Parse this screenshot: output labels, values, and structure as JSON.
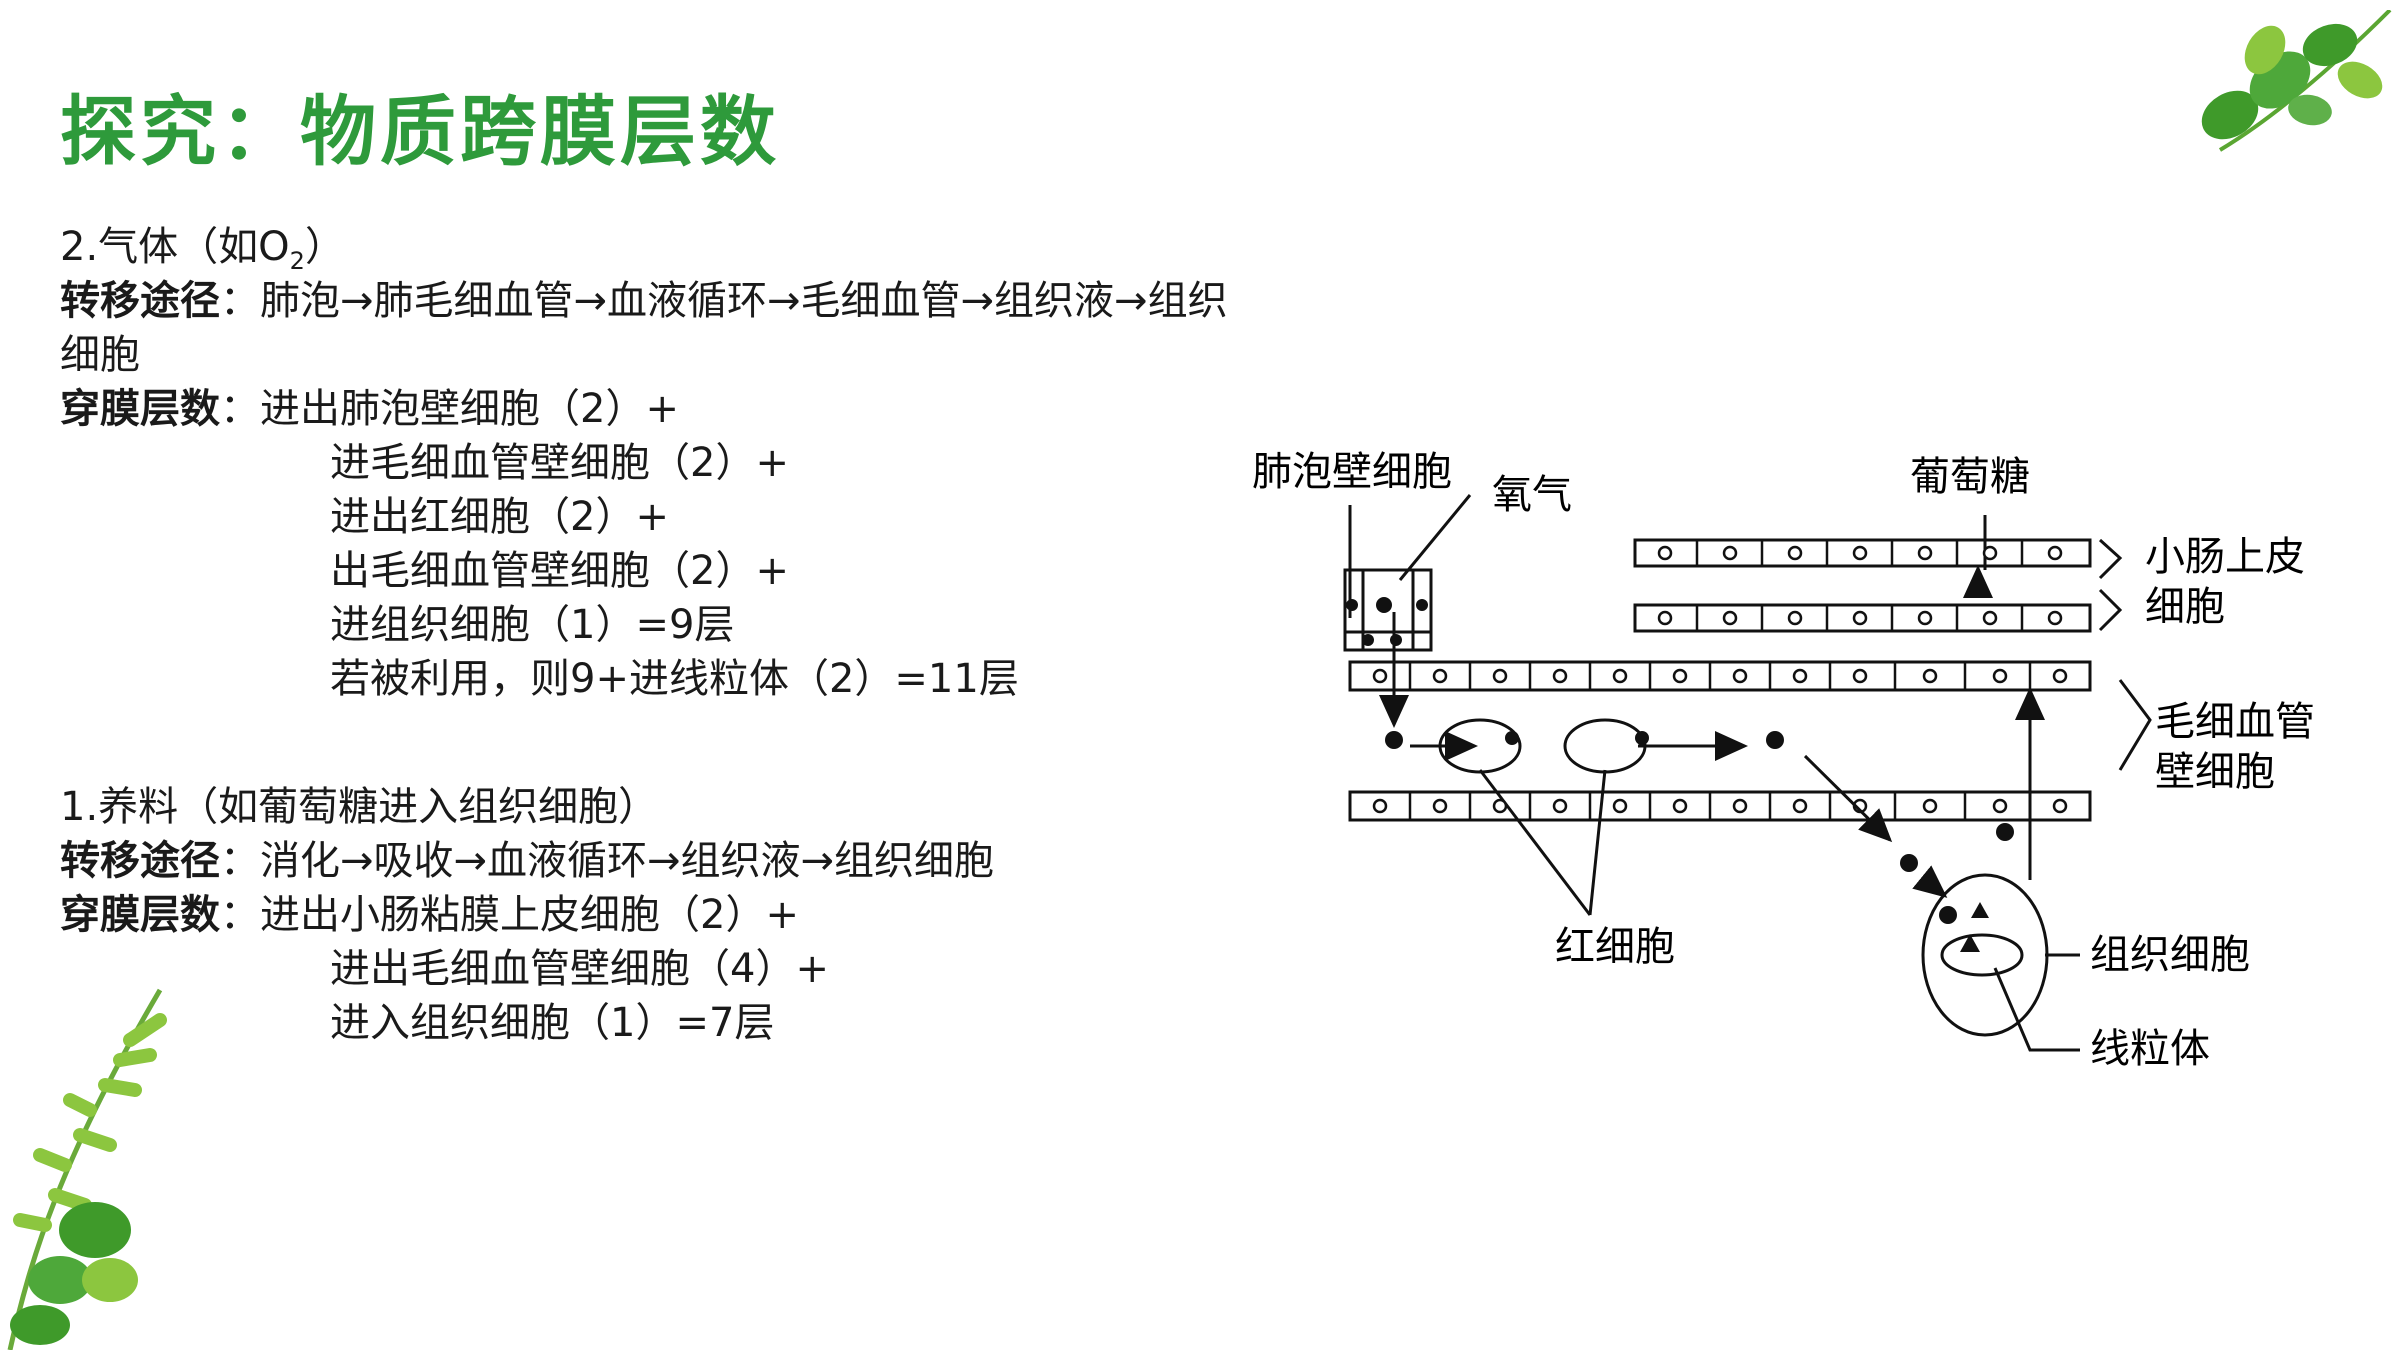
{
  "slide": {
    "title": "探究：物质跨膜层数"
  },
  "gas": {
    "heading_prefix": "2.气体（如O",
    "heading_sub": "2",
    "heading_suffix": "）",
    "path_label": "转移途径",
    "path_text": "：肺泡→肺毛细血管→血液循环→毛细血管→组织液→组织",
    "path_text_cont": "细胞",
    "layers_label": "穿膜层数",
    "steps": [
      "：进出肺泡壁细胞（2）+",
      "进毛细血管壁细胞（2）+",
      "进出红细胞（2）+",
      "出毛细血管壁细胞（2）+",
      "进组织细胞（1）=9层",
      "若被利用，则9+进线粒体（2）=11层"
    ]
  },
  "nutrient": {
    "heading": "1.养料（如葡萄糖进入组织细胞）",
    "path_label": "转移途径",
    "path_text": "：消化→吸收→血液循环→组织液→组织细胞",
    "layers_label": "穿膜层数",
    "steps": [
      "：进出小肠粘膜上皮细胞（2）+",
      "进出毛细血管壁细胞（4）+",
      "进入组织细胞（1）=7层"
    ]
  },
  "diagram": {
    "labels": {
      "alveolar": "肺泡壁细胞",
      "oxygen": "氧气",
      "glucose": "葡萄糖",
      "intestine_1": "小肠上皮",
      "intestine_2": "细胞",
      "capillary_1": "毛细血管",
      "capillary_2": "壁细胞",
      "rbc": "红细胞",
      "tissue": "组织细胞",
      "mito": "线粒体"
    }
  },
  "colors": {
    "title": "#2e9a3b",
    "leaf_dark": "#3f9a2a",
    "leaf_light": "#8cc63f"
  }
}
